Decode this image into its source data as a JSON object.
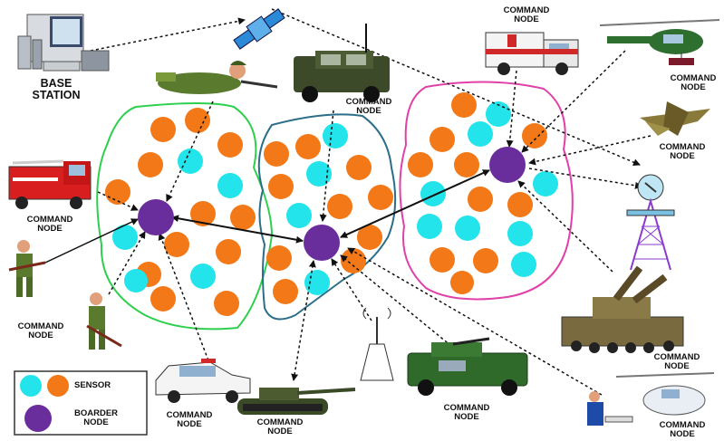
{
  "labels": {
    "base_station": "BASE\nSTATION",
    "command_node": "COMMAND\nNODE"
  },
  "legend": {
    "sensor": "SENSOR",
    "boarder_node": "BOARDER\nNODE"
  },
  "colors": {
    "sensor_cyan": "#22e4ea",
    "sensor_orange": "#f27818",
    "boarder_node": "#6a2d9c",
    "cluster_left": "#2ecf4e",
    "cluster_middle": "#2c6e8a",
    "cluster_right": "#e040a8"
  },
  "icons": [
    "base-station-icon",
    "satellite-icon",
    "soldier-crawling-icon",
    "humvee-icon",
    "ambulance-icon",
    "helicopter-icon",
    "fighter-jet-icon",
    "fire-truck-icon",
    "radar-tower-icon",
    "soldier-icon",
    "missile-launcher-icon",
    "police-car-icon",
    "tank-icon",
    "antenna-icon",
    "armored-jeep-icon",
    "medical-helicopter-icon"
  ]
}
